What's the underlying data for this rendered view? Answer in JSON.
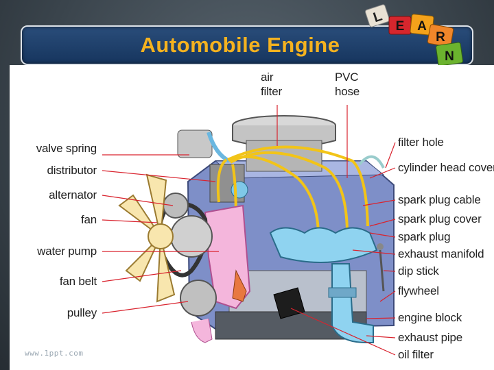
{
  "slide": {
    "title": "Automobile Engine",
    "logo_letters": [
      "L",
      "E",
      "A",
      "R",
      "N"
    ],
    "watermark": "www.1ppt.com"
  },
  "diagram": {
    "top_labels": [
      {
        "lines": [
          "air",
          "filter"
        ]
      },
      {
        "lines": [
          "PVC",
          "hose"
        ]
      }
    ],
    "left_labels": [
      "valve spring",
      "distributor",
      "alternator",
      "fan",
      "water pump",
      "fan belt",
      "pulley"
    ],
    "right_labels": [
      "filter hole",
      "cylinder head cover",
      "spark plug cable",
      "spark plug cover",
      "spark plug",
      "exhaust manifold",
      "dip stick",
      "flywheel",
      "engine block",
      "exhaust pipe",
      "oil filter"
    ]
  },
  "colors": {
    "title_text": "#f5b21f",
    "title_bar": "#1e426e",
    "leader_line": "#d9232e",
    "block_blue": "#7e8fc8",
    "spark_cable": "#f2c418",
    "manifold": "#8fd3f0",
    "water_pump_pink": "#f4b6dc",
    "fan_cream": "#f8e6ae"
  }
}
